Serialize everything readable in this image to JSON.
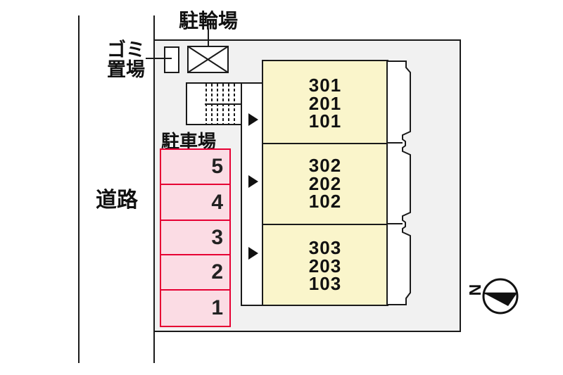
{
  "labels": {
    "road": "道路",
    "parking": "駐車場",
    "bicycle_parking": "駐輪場",
    "garbage_line1": "ゴミ",
    "garbage_line2": "置場"
  },
  "building_blocks": [
    {
      "units": [
        "301",
        "201",
        "101"
      ]
    },
    {
      "units": [
        "302",
        "202",
        "102"
      ]
    },
    {
      "units": [
        "303",
        "203",
        "103"
      ]
    }
  ],
  "parking_spaces": [
    "5",
    "4",
    "3",
    "2",
    "1"
  ],
  "compass": {
    "north": "N"
  },
  "colors": {
    "site_fill": "#f1f1f1",
    "building_fill": "#faf5cb",
    "parking_fill": "#fbdce4",
    "parking_border": "#e60033",
    "line": "#1a1a1a"
  }
}
